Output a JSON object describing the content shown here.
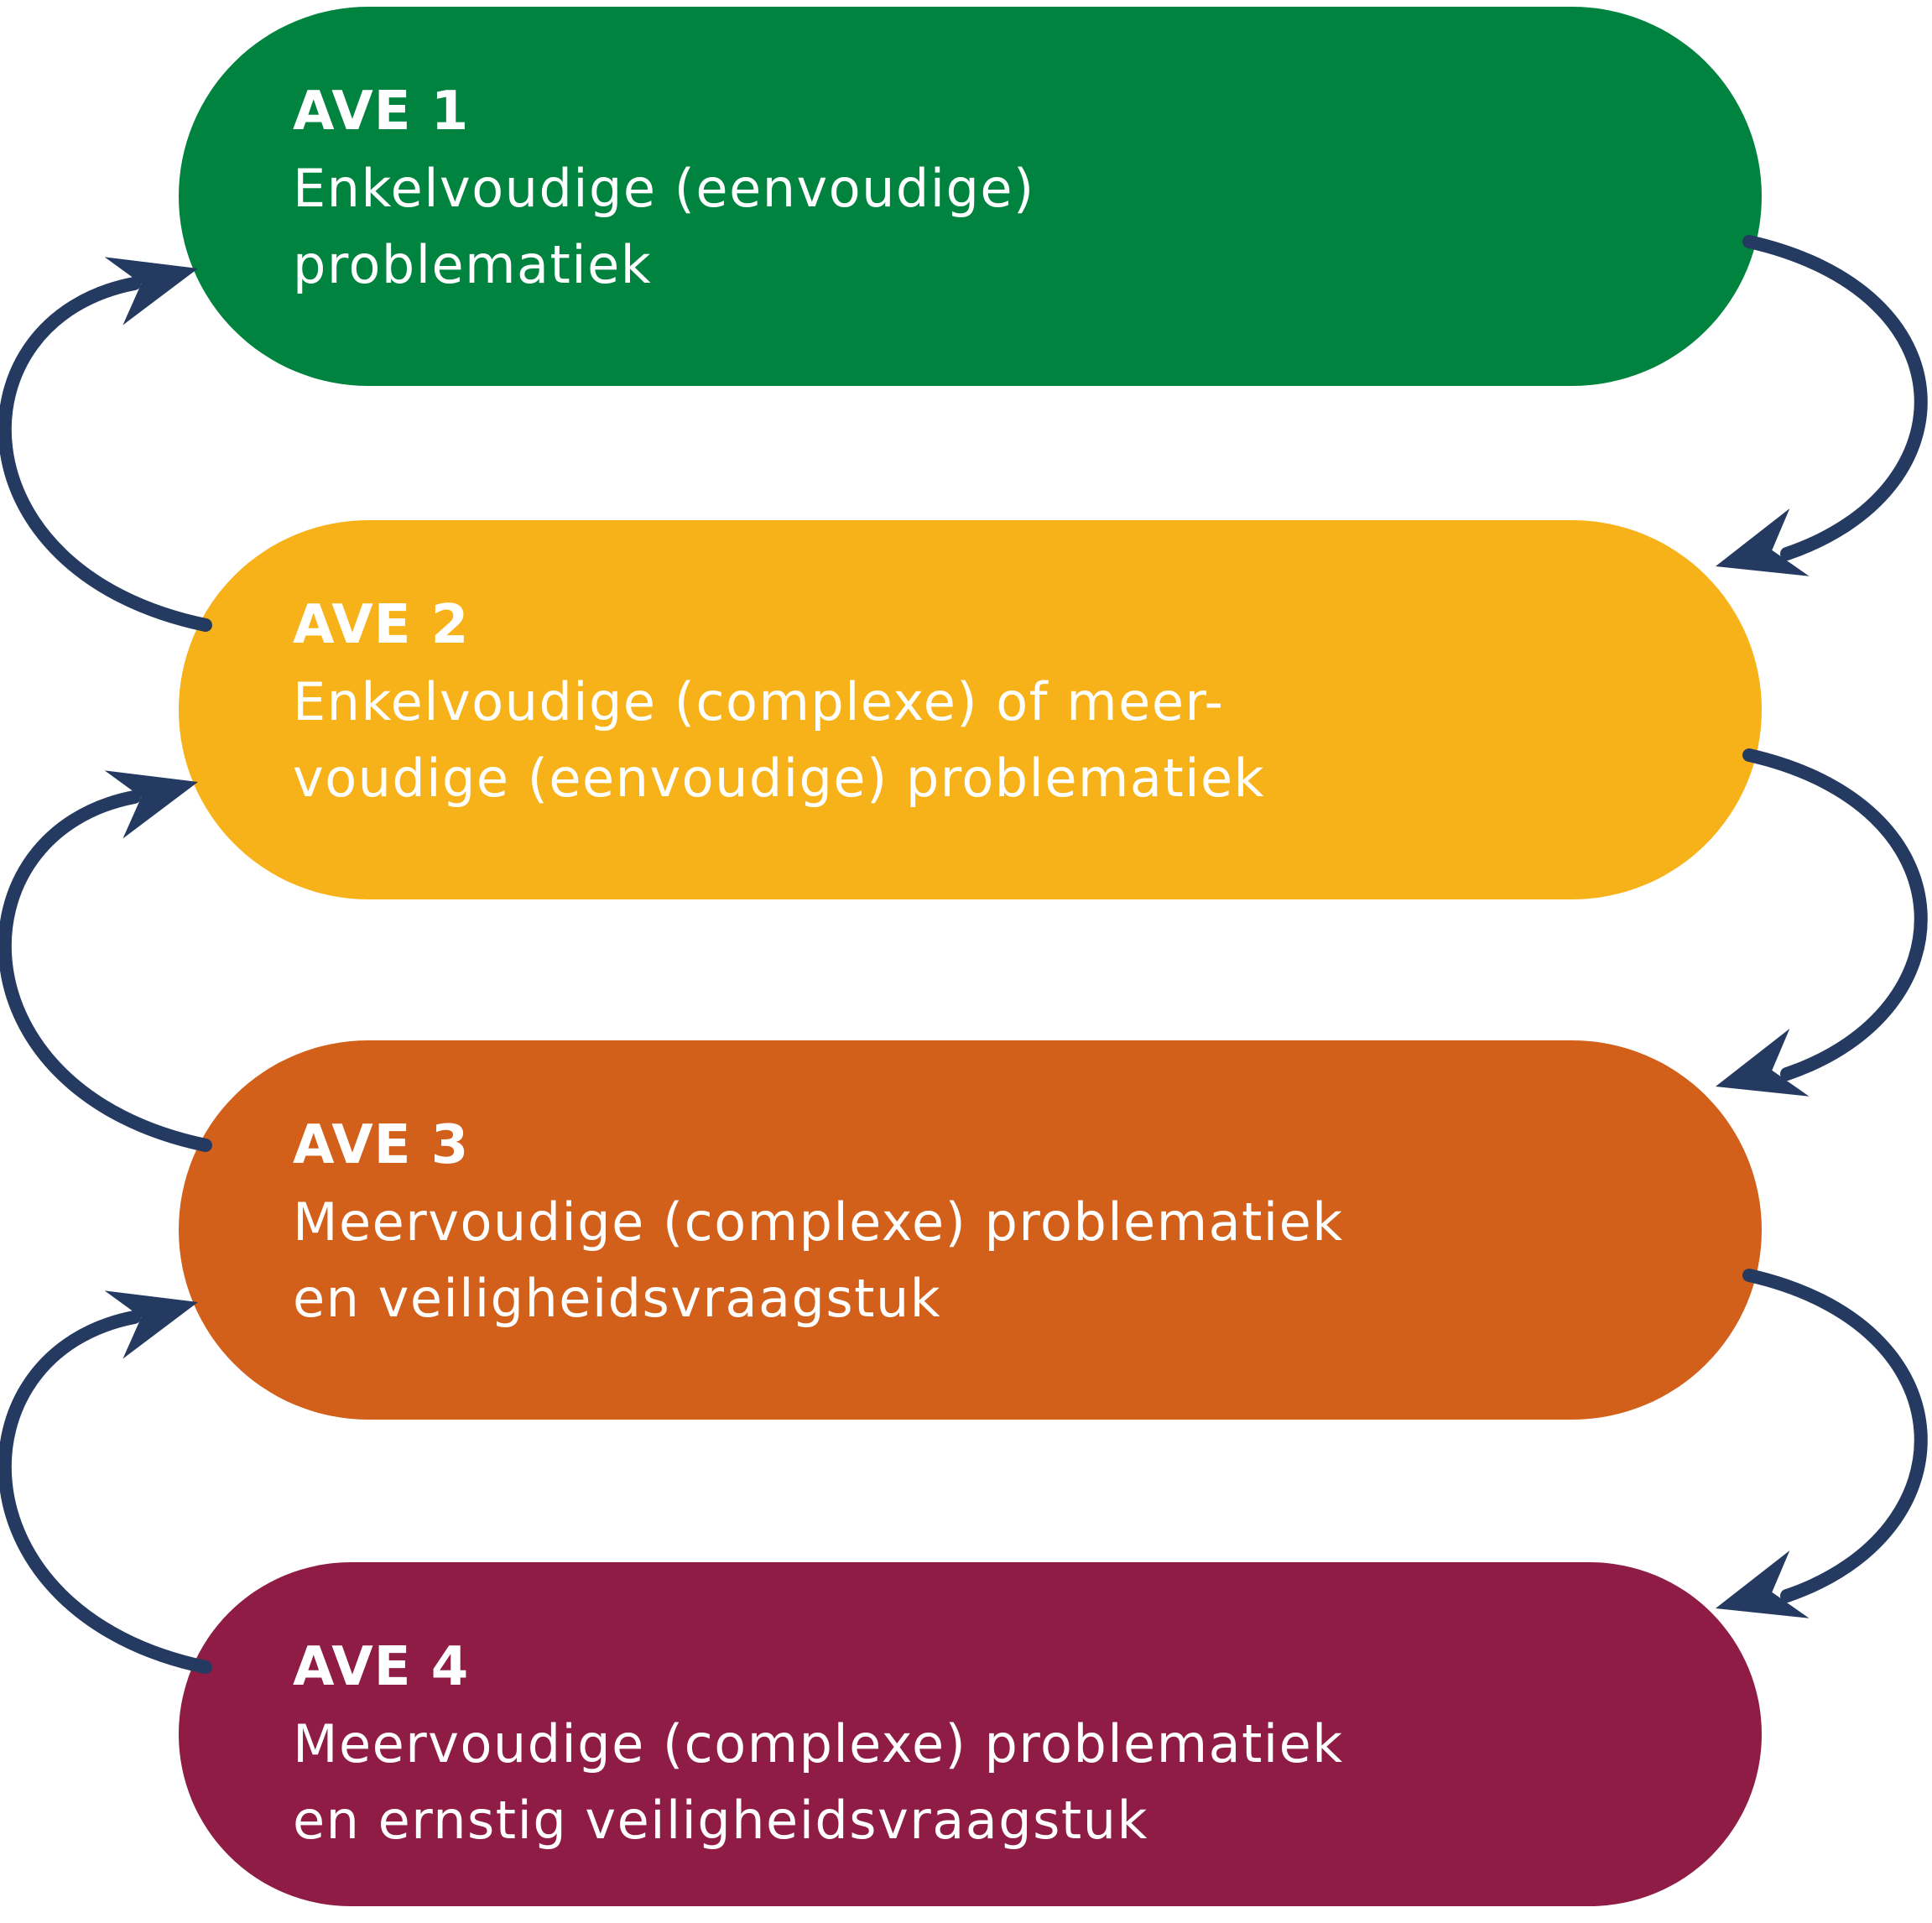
{
  "diagram": {
    "title": "AVE escalation levels diagram",
    "background_color": "#ffffff",
    "arrow_color": "#253a60",
    "text_color": "#ffffff",
    "boxes": [
      {
        "label": "AVE 1",
        "lines": [
          "Enkelvoudige (eenvoudige)",
          "problematiek"
        ],
        "color": "#00833F"
      },
      {
        "label": "AVE 2",
        "lines": [
          "Enkelvoudige (complexe) of meer-",
          "voudige (eenvoudige) problematiek"
        ],
        "color": "#F7B219"
      },
      {
        "label": "AVE 3",
        "lines": [
          "Meervoudige (complexe) problematiek",
          "en veiligheidsvraagstuk"
        ],
        "color": "#D2601A"
      },
      {
        "label": "AVE 4",
        "lines": [
          "Meervoudige (complexe) problematiek",
          "en ernstig veiligheidsvraagstuk"
        ],
        "color": "#8E1C45"
      }
    ],
    "arrows": {
      "right_description": "curved arrows from each level down to the next level (escalation), right side",
      "left_description": "curved arrows from each level up to the previous level (de-escalation), left side"
    }
  }
}
